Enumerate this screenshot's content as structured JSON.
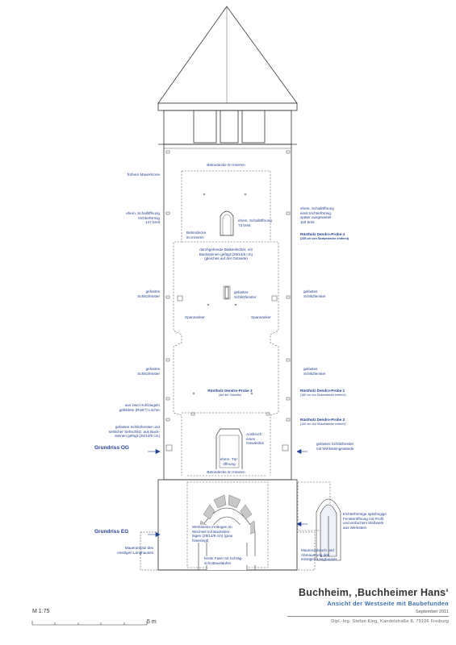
{
  "title": {
    "main": "Buchheim, ‚Buchheimer Hans‘",
    "subtitle": "Ansicht der Westseite mit Baubefunden",
    "date": "September 2011",
    "address": "Dipl.-Ing. Stefan King, Kandelstraße 8, 79106 Freiburg"
  },
  "scale": {
    "label": "M 1:75",
    "end_label": "5 m"
  },
  "floors": {
    "og": "Grundriss OG",
    "eg": "Grundriss EG"
  },
  "labels": {
    "betondecke_top": "Betondecke im Inneren",
    "mauerkrone": "frühere Mauerkrone",
    "schall_left": [
      "ehem. Schallöffnung",
      "trichterförmig",
      "147 breit"
    ],
    "schall_center": [
      "ehem. Schallöffnung",
      "73 breit"
    ],
    "schall_right": [
      "ehem. Schallöffnung",
      "einst trichterförmig,",
      "später ausgeweitet",
      "118 breit"
    ],
    "betondecke_mid": [
      "Betondecke",
      "im Inneren"
    ],
    "dendro4": "Rüstholz Dendro-Probe 4",
    "dendro4_sub": "(235 cm von Südwestecke entfernt)",
    "balken": [
      "durchgehende Balkenlöcher, mit",
      "Backsteinen gefügt (29/14/6 cm)",
      "(gleiches auf der Ostseite)"
    ],
    "schlitz_l1": [
      "gefastes",
      "Schlitzfenster"
    ],
    "schlitz_c": [
      "gefastes",
      "Schlitzfenster"
    ],
    "schlitz_r1": [
      "gefastes",
      "Schlitzfenster"
    ],
    "spann_l": "Spannanker",
    "spann_r": "Spannanker",
    "schlitz_l2": [
      "gefastes",
      "Schlitzfenster"
    ],
    "schlitz_r2": [
      "gefastes",
      "Schlitzfenster"
    ],
    "dendro3": "Rüstholz Dendro-Probe 3",
    "dendro3_sub": "(auf der Ostseite)",
    "dendro1": "Rüstholz Dendro-Probe 1",
    "dendro1_sub": "(180 cm von Südwestecke entfernt)",
    "hohlziegel": [
      "aus zwei Hohlziegeln",
      "gebildete (Rüst?) Löcher"
    ],
    "dendro2": "Rüstholz Dendro-Probe 2",
    "dendro2_sub": "(160 cm von Südwestecke entfernt)",
    "ausbruch": [
      "Ausbruch",
      "eines",
      "Gewändes"
    ],
    "schlitz_seh": [
      "gefastes Schlitzfenster und",
      "seitlicher Sehschlitz, aus Back-",
      "steinen gefügt (29/14/6 cm)"
    ],
    "schlitz_werk": [
      "gefastes Schlitzfenster",
      "mit Werksteingewände"
    ],
    "tuer": [
      "ehem. Tür-",
      "öffnung"
    ],
    "betondecke_low": "Betondecke im Inneren",
    "trichter": [
      "trichterförmige spitzbogige",
      "Fensteröffnung mit Profil",
      "und einfachem Maßwerk",
      "aus Werkstein"
    ],
    "werksteine": [
      "Werksteine im Bogen im",
      "Wechsel mit Backstein-",
      "lagen (29/14/6 cm) (grau",
      "hinterlegt)"
    ],
    "mauerausbruch": [
      "Mauerausbruch und",
      "Abmauerung des",
      "einstigen Langhauses"
    ],
    "maueransatz": [
      "Maueransatz des",
      "einstigen Langhauses"
    ],
    "fase": [
      "breite Fase mit Schräg-",
      "schnittausläufen"
    ]
  },
  "colors": {
    "annotation": "#1f3f8f",
    "line": "#333333",
    "subtitle": "#3a6fb0"
  }
}
